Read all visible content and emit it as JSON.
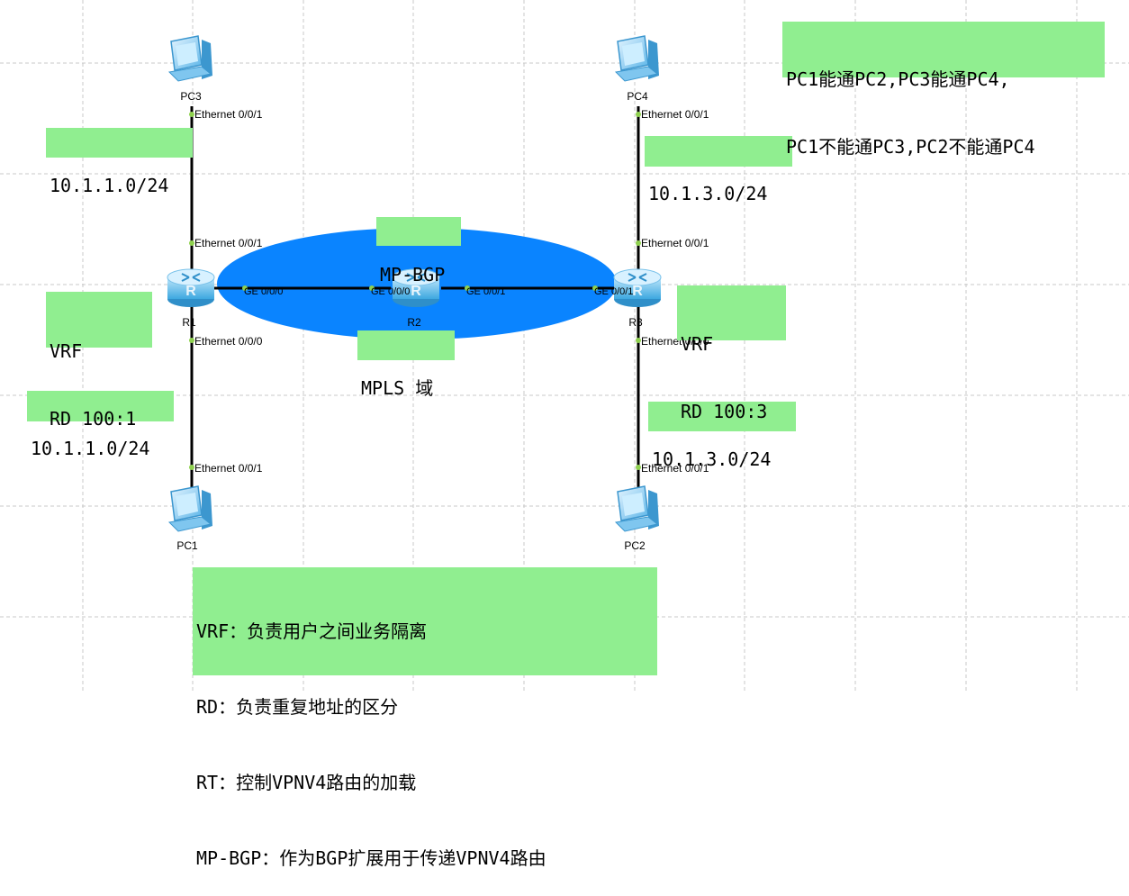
{
  "nodes": {
    "pc3": {
      "label": "PC3"
    },
    "pc4": {
      "label": "PC4"
    },
    "pc1": {
      "label": "PC1"
    },
    "pc2": {
      "label": "PC2"
    },
    "r1": {
      "label": "R1"
    },
    "r2": {
      "label": "R2"
    },
    "r3": {
      "label": "R3"
    }
  },
  "ports": {
    "pc3_eth": "Ethernet 0/0/1",
    "r1_top": "Ethernet 0/0/1",
    "r1_bottom": "Ethernet 0/0/0",
    "pc1_eth": "Ethernet 0/0/1",
    "pc4_eth": "Ethernet 0/0/1",
    "r3_top": "Ethernet 0/0/1",
    "r3_bottom": "Ethernet 0/0/0",
    "pc2_eth": "Ethernet 0/0/1",
    "r1_ge": "GE 0/0/0",
    "r2_ge_left": "GE 0/0/0",
    "r2_ge_right": "GE 0/0/1",
    "r3_ge": "GE 0/0/1"
  },
  "notes": {
    "subnet_r1_top": "10.1.1.0/24",
    "subnet_r1_bottom": "10.1.1.0/24",
    "subnet_r3_top": "10.1.3.0/24",
    "subnet_r3_bottom": "10.1.3.0/24",
    "vrf_left": [
      "VRF",
      "RD 100:1"
    ],
    "vrf_right": [
      "VRF",
      "RD 100:3"
    ],
    "mp_bgp": "MP-BGP",
    "mpls_domain": "MPLS 域",
    "requirement": [
      "PC1能通PC2,PC3能通PC4,",
      "PC1不能通PC3,PC2不能通PC4"
    ],
    "legend": [
      "VRF：负责用户之间业务隔离",
      "RD：负责重复地址的区分",
      "RT：控制VPNV4路由的加载",
      "MP-BGP：作为BGP扩展用于传递VPNV4路由"
    ]
  },
  "colors": {
    "note_bg": "#90ee90",
    "mpls_cloud": "#0a84ff",
    "router_body": "#4db3e6",
    "pc_body": "#5ab4e8"
  }
}
